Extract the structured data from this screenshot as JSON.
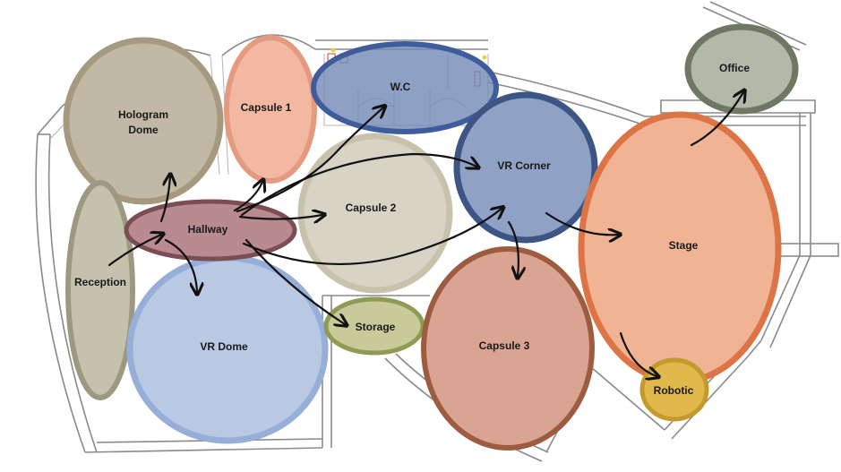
{
  "colors": {
    "hologram_dome": "#c2b8a6",
    "hologram_dome_border": "#a59a7f",
    "capsule_1": "#f2b8a2",
    "capsule_1_border": "#e39a7e",
    "wc": "#6f85b5",
    "wc_border": "#3f5d9d",
    "capsule_2": "#d7d3c5",
    "capsule_2_border": "#c8c2ad",
    "vr_corner": "#8fa1c4",
    "vr_corner_border": "#3c5583",
    "office": "#b3b9a9",
    "office_border": "#6d7763",
    "stage": "#f0b394",
    "stage_border": "#dc7446",
    "reception": "#c4c1ad",
    "reception_border": "#9d9881",
    "hallway": "#b98b90",
    "hallway_border": "#7a4e53",
    "vr_dome": "#bac9e3",
    "vr_dome_border": "#97aed8",
    "storage": "#c8ca9a",
    "storage_border": "#8f9a55",
    "capsule_3": "#d9a592",
    "capsule_3_border": "#9d5c40",
    "robotic": "#e0b84b",
    "robotic_border": "#c39a2c"
  },
  "zones": {
    "hologram_dome": {
      "line1": "Hologram",
      "line2": "Dome"
    },
    "capsule_1": "Capsule 1",
    "wc": "W.C",
    "capsule_2": "Capsule 2",
    "vr_corner": "VR Corner",
    "office": "Office",
    "stage": "Stage",
    "reception": "Reception",
    "hallway": "Hallway",
    "vr_dome": "VR Dome",
    "storage": "Storage",
    "capsule_3": "Capsule 3",
    "robotic": "Robotic"
  }
}
